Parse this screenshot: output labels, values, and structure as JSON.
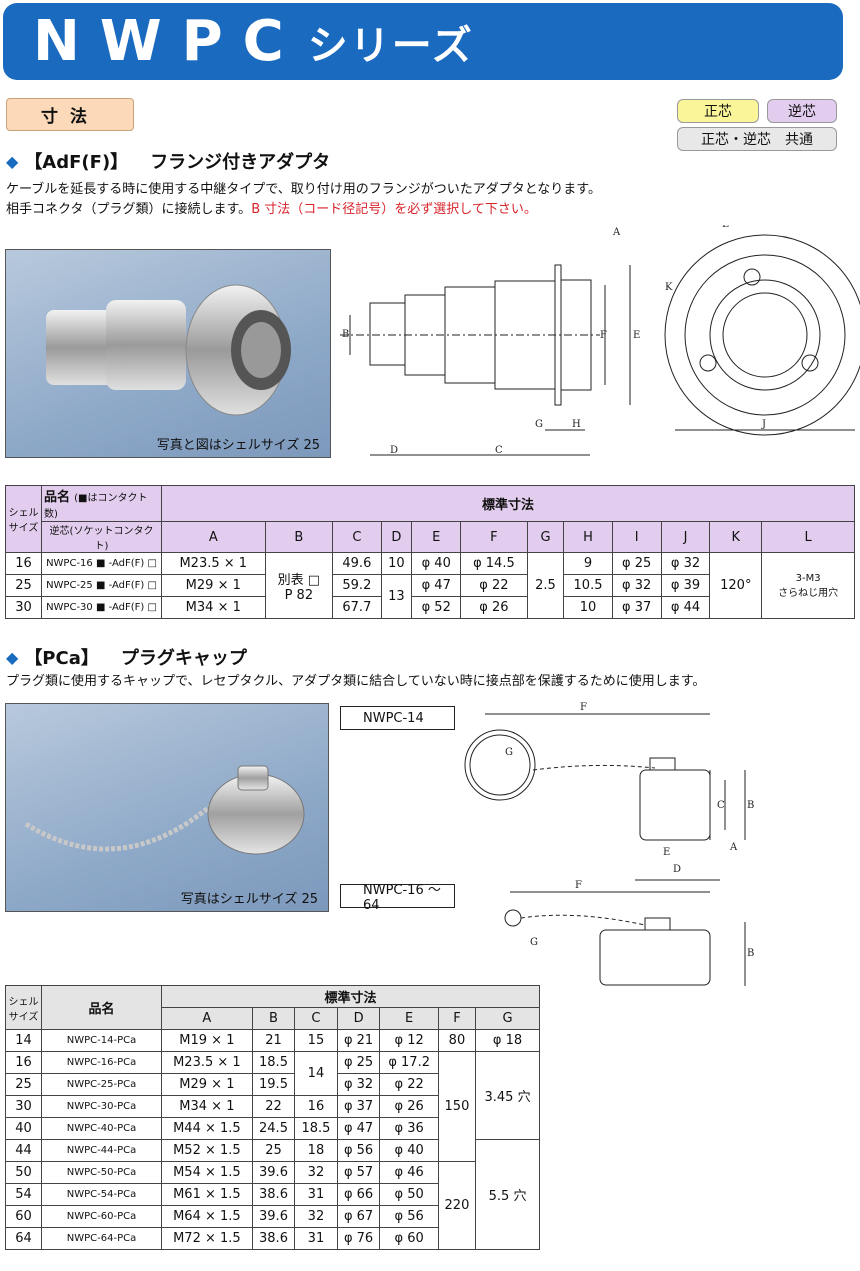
{
  "banner": {
    "title": "NWPC",
    "subtitle": "シリーズ"
  },
  "tab": {
    "label": "寸法"
  },
  "badges": {
    "seishin": "正芯",
    "gyakushin": "逆芯",
    "common": "正芯・逆芯　共通"
  },
  "section1": {
    "code": "【AdF(F)】",
    "title": "フランジ付きアダプタ",
    "desc_line1": "ケーブルを延長する時に使用する中継タイプで、取り付け用のフランジがついたアダプタとなります。",
    "desc_line2_plain": "相手コネクタ（プラグ類）に接続します。",
    "desc_line2_red": "B 寸法（コード径記号）を必ず選択して下さい。",
    "photo_caption": "写真と図はシェルサイズ 25",
    "table": {
      "shell_header": "シェルサイズ",
      "name_header": "品名",
      "name_note": "(■はコンタクト数)",
      "sub_header": "逆芯(ソケットコンタクト)",
      "std_header": "標準寸法",
      "columns": [
        "A",
        "B",
        "C",
        "D",
        "E",
        "F",
        "G",
        "H",
        "I",
        "J",
        "K",
        "L"
      ],
      "rows": [
        {
          "shell": "16",
          "name": "NWPC-16 ■ -AdF(F) □",
          "A": "M23.5 × 1",
          "C": "49.6",
          "D": "10",
          "E": "φ 40",
          "F": "φ 14.5",
          "H": "9",
          "I": "φ 25",
          "J": "φ 32"
        },
        {
          "shell": "25",
          "name": "NWPC-25 ■ -AdF(F) □",
          "A": "M29 × 1",
          "C": "59.2",
          "E": "φ 47",
          "F": "φ 22",
          "H": "10.5",
          "I": "φ 32",
          "J": "φ 39"
        },
        {
          "shell": "30",
          "name": "NWPC-30 ■ -AdF(F) □",
          "A": "M34 × 1",
          "C": "67.7",
          "E": "φ 52",
          "F": "φ 26",
          "H": "10",
          "I": "φ 37",
          "J": "φ 44"
        }
      ],
      "merged": {
        "B1": "別表 □",
        "B2": "P 82",
        "D": "13",
        "G": "2.5",
        "K": "120°",
        "L1": "3-M3",
        "L2": "さらねじ用穴"
      }
    }
  },
  "section2": {
    "code": "【PCa】",
    "title": "プラグキャップ",
    "desc": "プラグ類に使用するキャップで、レセプタクル、アダプタ類に結合していない時に接点部を保護するために使用します。",
    "photo_caption": "写真はシェルサイズ 25",
    "label_14": "NWPC-14",
    "label_16_64": "NWPC-16 ～ 64",
    "table": {
      "shell_header": "シェルサイズ",
      "name_header": "品名",
      "std_header": "標準寸法",
      "columns": [
        "A",
        "B",
        "C",
        "D",
        "E",
        "F",
        "G"
      ],
      "rows": [
        {
          "shell": "14",
          "name": "NWPC-14-PCa",
          "A": "M19 × 1",
          "B": "21",
          "C": "15",
          "D": "φ 21",
          "E": "φ 12",
          "F": "80",
          "G": "φ 18"
        },
        {
          "shell": "16",
          "name": "NWPC-16-PCa",
          "A": "M23.5 × 1",
          "B": "18.5",
          "D": "φ 25",
          "E": "φ 17.2"
        },
        {
          "shell": "25",
          "name": "NWPC-25-PCa",
          "A": "M29 × 1",
          "B": "19.5",
          "D": "φ 32",
          "E": "φ 22"
        },
        {
          "shell": "30",
          "name": "NWPC-30-PCa",
          "A": "M34 × 1",
          "B": "22",
          "C": "16",
          "D": "φ 37",
          "E": "φ 26"
        },
        {
          "shell": "40",
          "name": "NWPC-40-PCa",
          "A": "M44 × 1.5",
          "B": "24.5",
          "C": "18.5",
          "D": "φ 47",
          "E": "φ 36"
        },
        {
          "shell": "44",
          "name": "NWPC-44-PCa",
          "A": "M52 × 1.5",
          "B": "25",
          "C": "18",
          "D": "φ 56",
          "E": "φ 40"
        },
        {
          "shell": "50",
          "name": "NWPC-50-PCa",
          "A": "M54 × 1.5",
          "B": "39.6",
          "C": "32",
          "D": "φ 57",
          "E": "φ 46"
        },
        {
          "shell": "54",
          "name": "NWPC-54-PCa",
          "A": "M61 × 1.5",
          "B": "38.6",
          "C": "31",
          "D": "φ 66",
          "E": "φ 50"
        },
        {
          "shell": "60",
          "name": "NWPC-60-PCa",
          "A": "M64 × 1.5",
          "B": "39.6",
          "C": "32",
          "D": "φ 67",
          "E": "φ 56"
        },
        {
          "shell": "64",
          "name": "NWPC-64-PCa",
          "A": "M72 × 1.5",
          "B": "38.6",
          "C": "31",
          "D": "φ 76",
          "E": "φ 60"
        }
      ],
      "merged": {
        "C_16_25": "14",
        "F_16_40": "150",
        "F_50_64": "220",
        "G_16_40": "3.45 穴",
        "G_44_64": "5.5 穴"
      }
    }
  },
  "colors": {
    "banner": "#1a6bc0",
    "tab": "#fbd9b9",
    "seishin": "#fbf59a",
    "gyakushin": "#e2cdee",
    "table_header": "#e2cdee",
    "note_red": "#d6242b"
  }
}
